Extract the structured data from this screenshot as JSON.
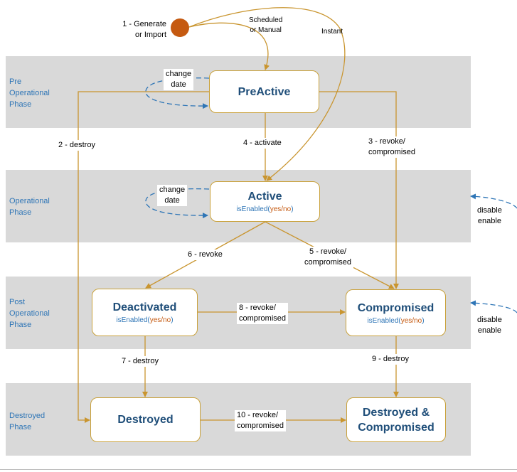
{
  "start": {
    "label_line1": "1 - Generate",
    "label_line2": "or Import"
  },
  "phases": {
    "pre": [
      "Pre",
      "Operational",
      "Phase"
    ],
    "operational": [
      "Operational",
      "Phase"
    ],
    "post": [
      "Post",
      "Operational",
      "Phase"
    ],
    "destroyed": [
      "Destroyed",
      "Phase"
    ]
  },
  "states": {
    "preactive": {
      "name": "PreActive"
    },
    "active": {
      "name": "Active",
      "sub_prefix": "isEnabled(",
      "sub_values": "yes/no",
      "sub_suffix": ")"
    },
    "deactivated": {
      "name": "Deactivated",
      "sub_prefix": "isEnabled(",
      "sub_values": "yes/no",
      "sub_suffix": ")"
    },
    "compromised": {
      "name": "Compromised",
      "sub_prefix": "isEnabled(",
      "sub_values": "yes/no",
      "sub_suffix": ")"
    },
    "destroyed": {
      "name": "Destroyed"
    },
    "destroyed_compromised": {
      "name_line1": "Destroyed &",
      "name_line2": "Compromised"
    }
  },
  "transitions": {
    "scheduled": [
      "Scheduled",
      "or Manual"
    ],
    "instant": "Instant",
    "change_date": [
      "change",
      "date"
    ],
    "destroy_2": "2 - destroy",
    "revoke_3": [
      "3 - revoke/",
      "compromised"
    ],
    "activate_4": "4 - activate",
    "revoke_5": [
      "5 - revoke/",
      "compromised"
    ],
    "revoke_6": "6 - revoke",
    "destroy_7": "7 - destroy",
    "revoke_8": [
      "8 - revoke/",
      "compromised"
    ],
    "destroy_9": "9 - destroy",
    "revoke_10": [
      "10 - revoke/",
      "compromised"
    ],
    "disable_enable": [
      "disable",
      "enable"
    ]
  },
  "colors": {
    "band": "#d9d9d9",
    "arrow": "#c9952f",
    "self_loop": "#2e75b6",
    "state_text": "#1f4e79",
    "phase_text": "#2e75b6",
    "start_node": "#c55a11"
  }
}
